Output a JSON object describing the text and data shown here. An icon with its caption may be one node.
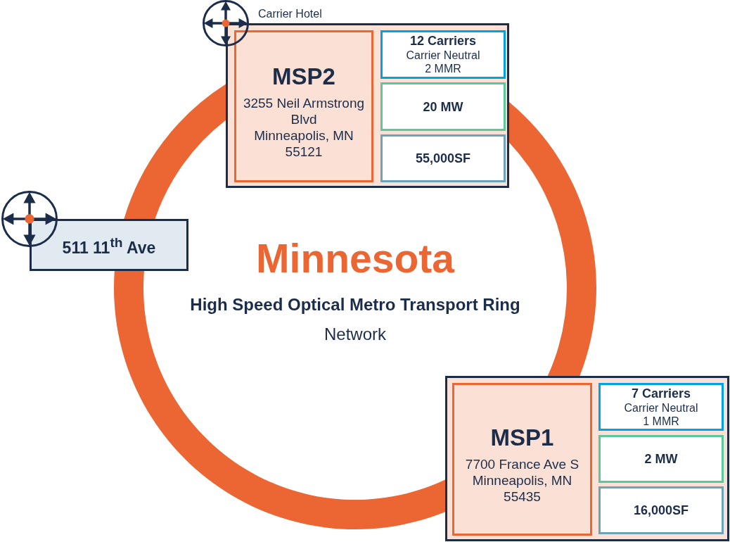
{
  "diagram": {
    "title": "Minnesota",
    "nodes": [
      {
        "text": [
          "Carrier Hotel"
        ]
      },
      {
        "text": [
          "MSP2",
          "3255 Neil Armstrong Blvd",
          "Minneapolis, MN 55121"
        ],
        "in": 0
      },
      {
        "text": [
          "12 Carriers",
          "Carrier Neutral",
          "2 MMR"
        ],
        "in": 0
      },
      {
        "text": [
          "20 MW"
        ],
        "in": 0
      },
      {
        "text": [
          "55,000SF"
        ],
        "in": 0
      },
      {
        "text": [
          "511 11$^{th}$ Ave"
        ]
      },
      {
        "text": [],
        "shape": "box"
      },
      {
        "text": [
          "MSP1",
          "7700 France Ave S",
          "Minneapolis, MN 55435"
        ],
        "in": 6
      },
      {
        "text": [
          "7 Carriers",
          "Carrier Neutral",
          "1 MMR"
        ],
        "in": 6
      },
      {
        "text": [
          "2 MW"
        ],
        "in": 6
      },
      {
        "text": [
          "16,000SF"
        ],
        "in": 6
      }
    ],
    "edges": [
      {
        "from": 0,
        "to": 5,
        "arrow": "none"
      },
      {
        "from": 5,
        "to": 6,
        "arrow": "none"
      },
      {
        "from": 6,
        "to": 0,
        "arrow": "none"
      }
    ],
    "labels": [
      "High Speed Optical Metro Transport Ring",
      "Network"
    ]
  }
}
